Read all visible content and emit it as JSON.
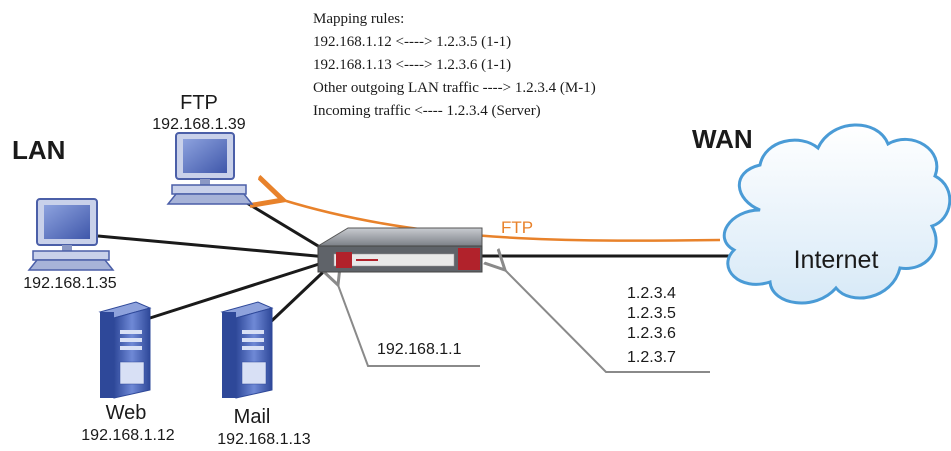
{
  "mapping": {
    "title": "Mapping rules:",
    "rules": [
      "192.168.1.12 <----> 1.2.3.5 (1-1)",
      "192.168.1.13 <----> 1.2.3.6 (1-1)",
      "Other outgoing LAN traffic ----> 1.2.3.4 (M-1)",
      "Incoming traffic <---- 1.2.3.4 (Server)"
    ]
  },
  "zones": {
    "lan": "LAN",
    "wan": "WAN"
  },
  "hosts": {
    "ftp": {
      "name": "FTP",
      "ip": "192.168.1.39"
    },
    "pc": {
      "ip": "192.168.1.35"
    },
    "web": {
      "name": "Web",
      "ip": "192.168.1.12"
    },
    "mail": {
      "name": "Mail",
      "ip": "192.168.1.13"
    }
  },
  "router": {
    "lan_ip": "192.168.1.1"
  },
  "wan_ips": [
    "1.2.3.4",
    "1.2.3.5",
    "1.2.3.6",
    "1.2.3.7"
  ],
  "ftp_flow_label": "FTP",
  "internet_label": "Internet",
  "colors": {
    "flow": "#e8822b",
    "device_blue": "#5b74c4",
    "router_red": "#b1222b",
    "cloud_stroke": "#4a9bd6"
  }
}
